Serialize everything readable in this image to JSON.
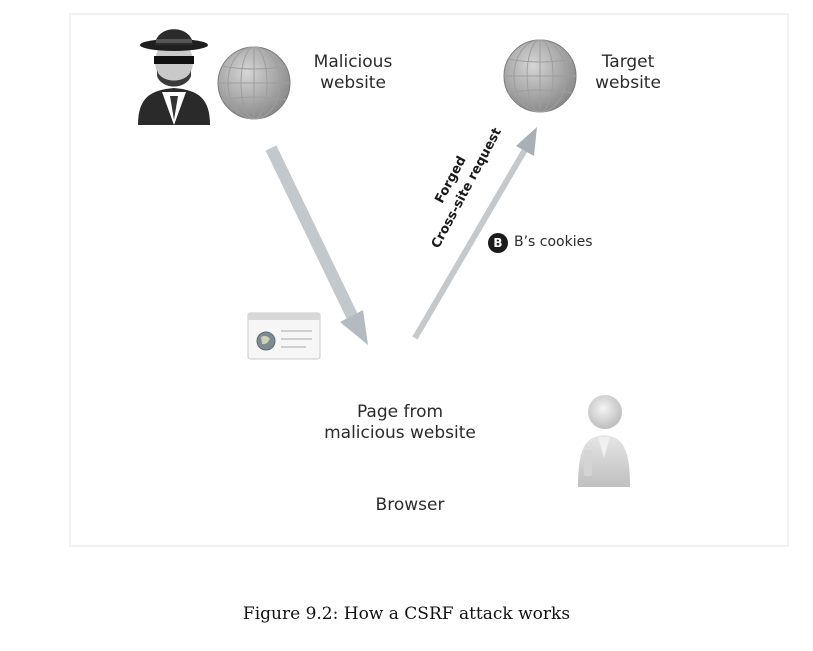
{
  "diagram": {
    "malicious_site": {
      "line1": "Malicious",
      "line2": "website",
      "attacker_icon": "spy-attacker-icon",
      "globe_icon": "globe-icon"
    },
    "target_site": {
      "line1": "Target",
      "line2": "website",
      "globe_icon": "globe-icon"
    },
    "forged_request": {
      "line1": "Forged",
      "line2": "Cross-site request"
    },
    "cookies": {
      "badge": "B",
      "label": "B’s cookies"
    },
    "page": {
      "line1": "Page from",
      "line2": "malicious website",
      "icon": "web-page-icon"
    },
    "browser": {
      "label": "Browser",
      "user_icon": "user-icon"
    },
    "colors": {
      "arrow": "#c3c8cc",
      "globe": "#8c8c8c",
      "badge": "#1b1b1b"
    }
  },
  "caption": "Figure 9.2: How a CSRF attack works"
}
